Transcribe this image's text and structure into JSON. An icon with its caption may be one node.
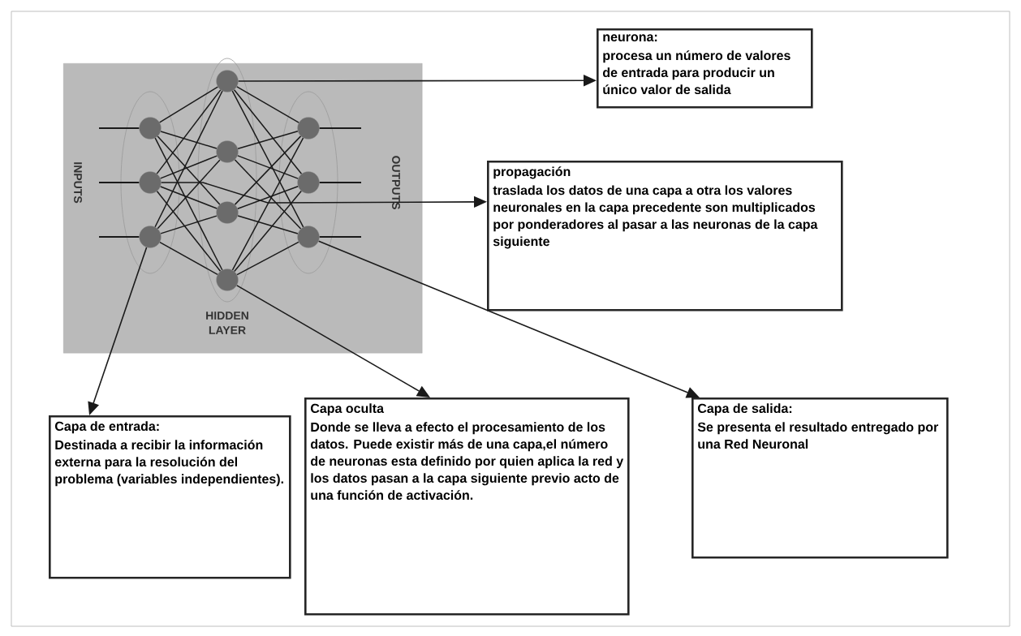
{
  "diagram": {
    "nodes": [
      {
        "text": [],
        "shape": "box"
      },
      {
        "text": [],
        "shape": "circle",
        "in": 0
      },
      {
        "text": [],
        "shape": "circle",
        "in": 0
      },
      {
        "text": [],
        "shape": "circle",
        "in": 0
      },
      {
        "text": [],
        "shape": "circle",
        "in": 0
      },
      {
        "text": [],
        "shape": "circle",
        "in": 0
      },
      {
        "text": [],
        "shape": "circle",
        "in": 0
      },
      {
        "text": [],
        "shape": "circle",
        "in": 0
      },
      {
        "text": [],
        "shape": "circle",
        "in": 0
      },
      {
        "text": [],
        "shape": "circle",
        "in": 0
      },
      {
        "text": [],
        "shape": "circle",
        "in": 0
      },
      {
        "text": [
          "neurona:",
          "procesa un número de valores de entrada para producir un único valor de salida"
        ]
      },
      {
        "text": [
          "propagación",
          "traslada los datos de una capa a otra los valores neuronales en la capa precedente son multiplicados por ponderadores al pasar a las neuronas de la capa siguiente"
        ]
      },
      {
        "text": [
          "Capa de entrada:",
          "Destinada a recibir la información externa para la resolución del problema (variables independientes)."
        ]
      },
      {
        "text": [
          "Capa oculta",
          "Donde se lleva a efecto el procesamiento de los datos. Puede existir más de una capa,el número de neuronas esta definido por quien aplica la red y los datos pasan a la capa siguiente previo acto de una función de activación."
        ]
      },
      {
        "text": [
          "Capa de salida:",
          "Se presenta el resultado entregado por una Red Neuronal"
        ]
      }
    ],
    "edges": [
      {
        "from": null,
        "to": 1,
        "arrow": "none"
      },
      {
        "from": null,
        "to": 2,
        "arrow": "none"
      },
      {
        "from": null,
        "to": 3,
        "arrow": "none"
      },
      {
        "from": 8,
        "to": null,
        "arrow": "none"
      },
      {
        "from": 9,
        "to": null,
        "arrow": "none"
      },
      {
        "from": 10,
        "to": null,
        "arrow": "none"
      },
      {
        "from": 1,
        "to": 4,
        "arrow": "none"
      },
      {
        "from": 1,
        "to": 5,
        "arrow": "none"
      },
      {
        "from": 1,
        "to": 6,
        "arrow": "none"
      },
      {
        "from": 1,
        "to": 7,
        "arrow": "none"
      },
      {
        "from": 2,
        "to": 4,
        "arrow": "none"
      },
      {
        "from": 2,
        "to": 5,
        "arrow": "none"
      },
      {
        "from": 2,
        "to": 6,
        "arrow": "none"
      },
      {
        "from": 2,
        "to": 7,
        "arrow": "none"
      },
      {
        "from": 3,
        "to": 4,
        "arrow": "none"
      },
      {
        "from": 3,
        "to": 5,
        "arrow": "none"
      },
      {
        "from": 3,
        "to": 6,
        "arrow": "none"
      },
      {
        "from": 3,
        "to": 7,
        "arrow": "none"
      },
      {
        "from": 4,
        "to": 8,
        "arrow": "none"
      },
      {
        "from": 4,
        "to": 9,
        "arrow": "none"
      },
      {
        "from": 4,
        "to": 10,
        "arrow": "none"
      },
      {
        "from": 5,
        "to": 8,
        "arrow": "none"
      },
      {
        "from": 5,
        "to": 9,
        "arrow": "none"
      },
      {
        "from": 5,
        "to": 10,
        "arrow": "none"
      },
      {
        "from": 6,
        "to": 8,
        "arrow": "none"
      },
      {
        "from": 6,
        "to": 9,
        "arrow": "none"
      },
      {
        "from": 6,
        "to": 10,
        "arrow": "none"
      },
      {
        "from": 7,
        "to": 8,
        "arrow": "none"
      },
      {
        "from": 7,
        "to": 9,
        "arrow": "none"
      },
      {
        "from": 7,
        "to": 10,
        "arrow": "none"
      },
      {
        "from": 4,
        "to": 11,
        "arrow": "to"
      },
      {
        "from": 2,
        "to": 12,
        "arrow": "to"
      },
      {
        "from": 3,
        "to": 13,
        "arrow": "to"
      },
      {
        "from": 7,
        "to": 14,
        "arrow": "to"
      },
      {
        "from": 10,
        "to": 15,
        "arrow": "to"
      }
    ],
    "labels": [
      "INPUTS",
      "OUTPUTS",
      "HIDDEN LAYER"
    ]
  }
}
